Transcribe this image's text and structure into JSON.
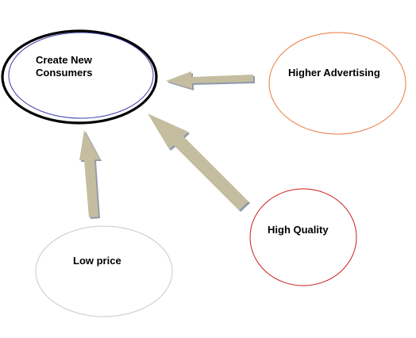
{
  "diagram": {
    "center": {
      "line1": "Create New",
      "line2": "Consumers"
    },
    "factors": {
      "advertising": "Higher Advertising",
      "quality": "High Quality",
      "price": "Low price"
    }
  },
  "colors": {
    "center_border": "#000000",
    "center_inner": "#3a3aa8",
    "advertising_border": "#e8773a",
    "quality_border": "#cc1b1b",
    "price_border": "#c8c8c8",
    "arrow_fill": "#c5bd9f",
    "arrow_shadow": "#8f9aad"
  }
}
